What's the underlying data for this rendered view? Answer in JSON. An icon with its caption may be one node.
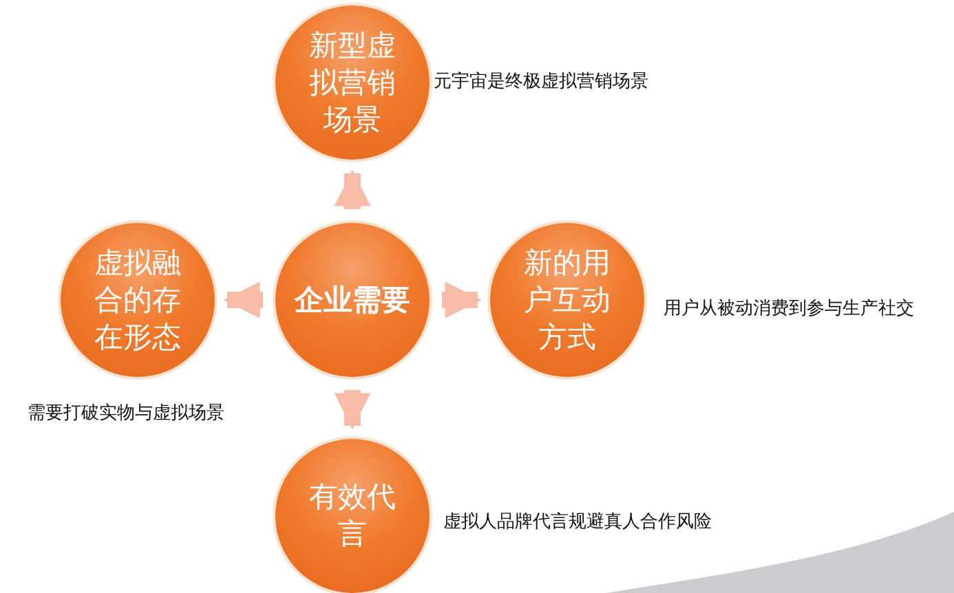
{
  "diagram": {
    "nodes": [
      {
        "text": [
          "企业需要"
        ]
      },
      {
        "text": [
          "新型虚拟营销场景"
        ],
        "beside": [
          "元宇宙是终极虚拟营销场景"
        ]
      },
      {
        "text": [
          "新的用户互动方式"
        ],
        "beside": [
          "用户从被动消费到参与生产社交"
        ]
      },
      {
        "text": [
          "虚拟融合的存在形态"
        ],
        "beside": [
          "需要打破实物与虚拟场景"
        ]
      },
      {
        "text": [
          "有效代言"
        ],
        "beside": [
          "虚拟人品牌代言规避真人合作风险"
        ]
      }
    ],
    "edges": [
      {
        "from": 0,
        "to": 1,
        "arrow": "to"
      },
      {
        "from": 0,
        "to": 2,
        "arrow": "to"
      },
      {
        "from": 0,
        "to": 3,
        "arrow": "to"
      },
      {
        "from": 0,
        "to": 4,
        "arrow": "to"
      }
    ]
  }
}
